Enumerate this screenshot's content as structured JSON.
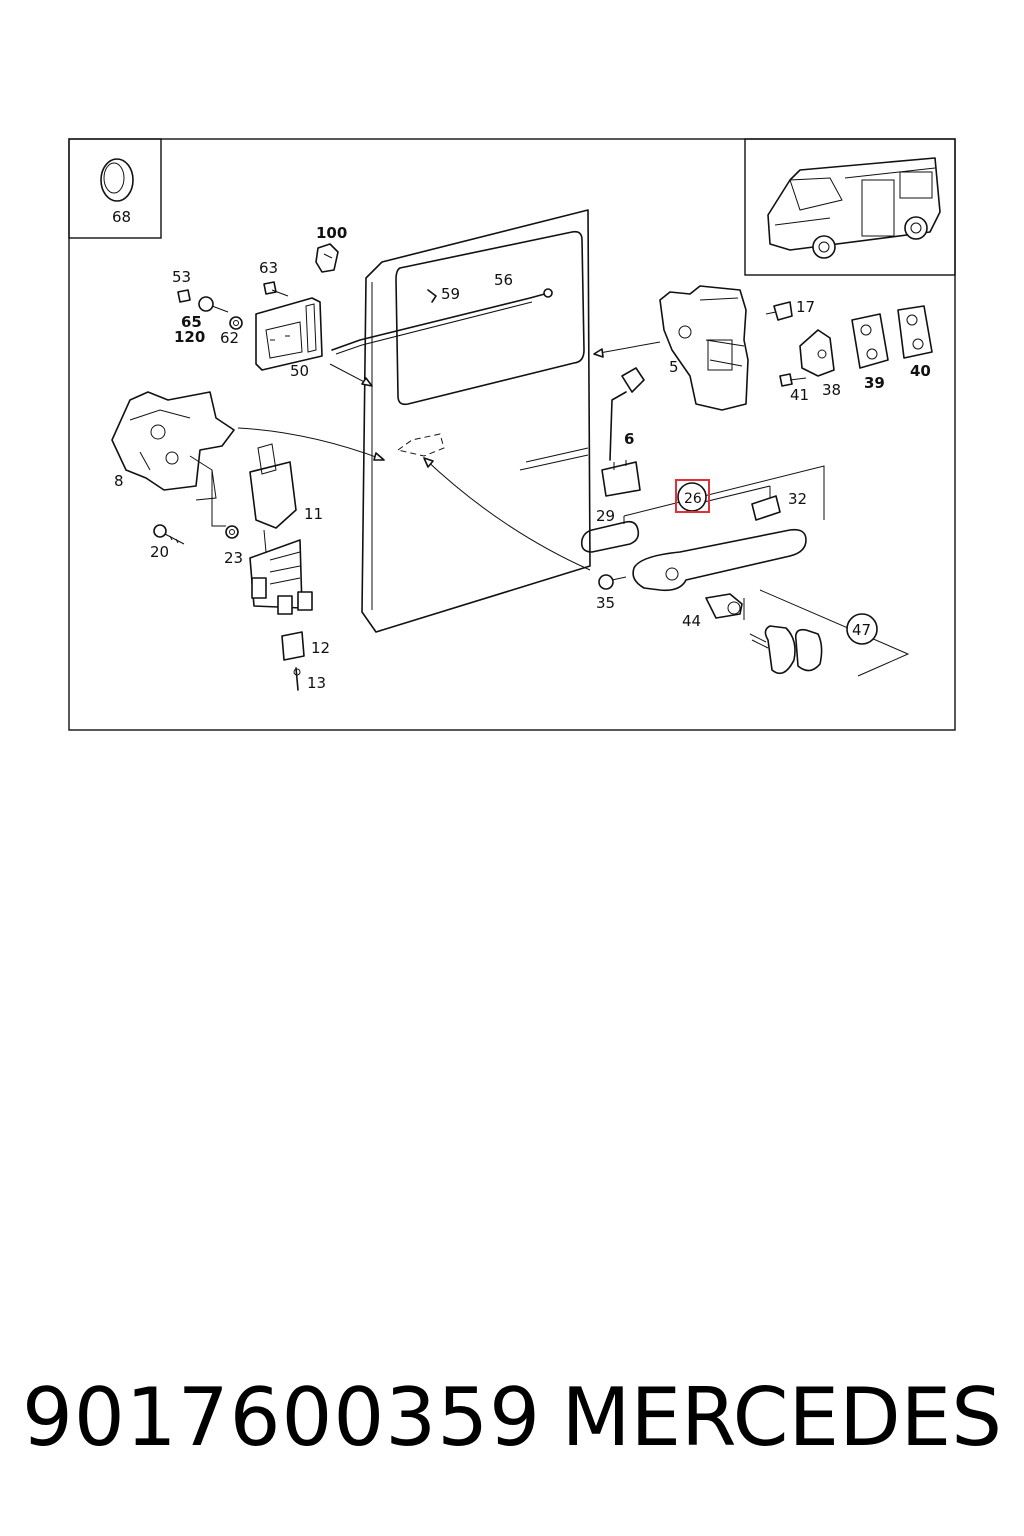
{
  "diagram": {
    "labels": {
      "l68": "68",
      "l100": "100",
      "l53": "53",
      "l63": "63",
      "l65": "65",
      "l120": "120",
      "l62": "62",
      "l50": "50",
      "l59": "59",
      "l56": "56",
      "l8": "8",
      "l20": "20",
      "l23": "23",
      "l11": "11",
      "l12": "12",
      "l13": "13",
      "l5": "5",
      "l17": "17",
      "l41": "41",
      "l38": "38",
      "l39": "39",
      "l40": "40",
      "l6": "6",
      "l26": "26",
      "l32": "32",
      "l29": "29",
      "l35": "35",
      "l44": "44",
      "l47": "47"
    },
    "highlight": {
      "part": "26",
      "color": "#e0303a"
    }
  },
  "footer": {
    "part_number": "9017600359",
    "brand": "MERCEDES"
  }
}
